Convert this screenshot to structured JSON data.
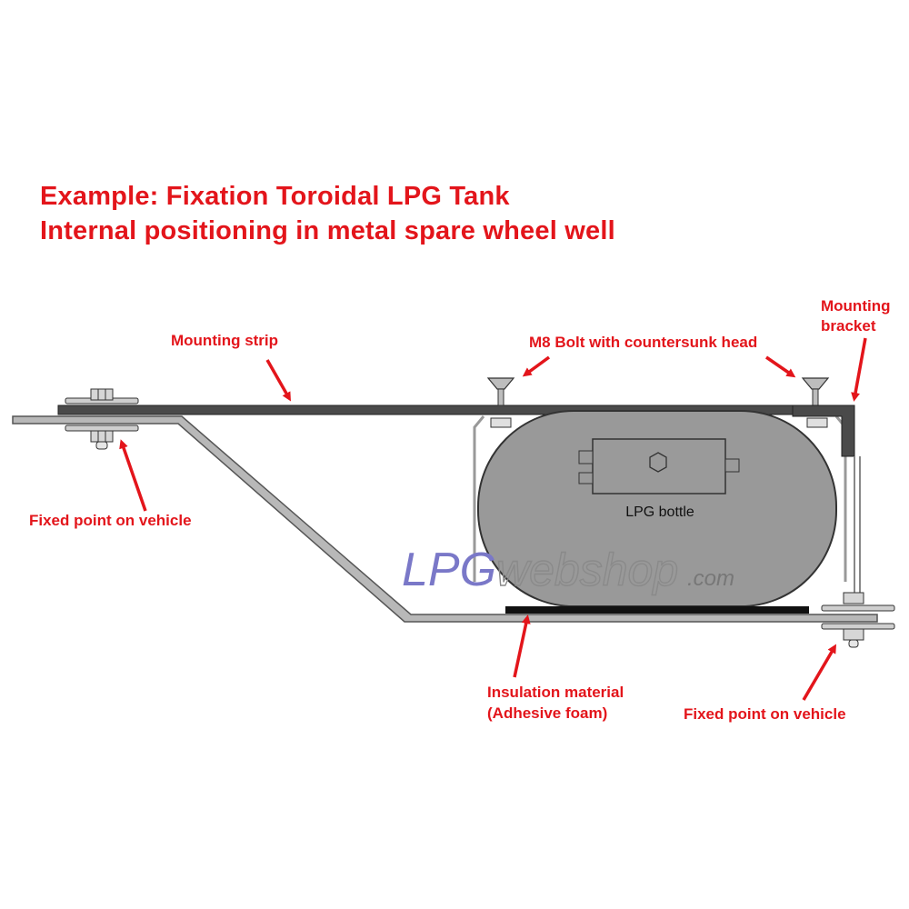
{
  "title": {
    "line1": "Example: Fixation Toroidal LPG Tank",
    "line2": "Internal positioning in metal spare wheel well"
  },
  "labels": {
    "mounting_strip": "Mounting strip",
    "m8_bolt": "M8 Bolt with countersunk head",
    "mounting_bracket_1": "Mounting",
    "mounting_bracket_2": "bracket",
    "fixed_point_left": "Fixed point on vehicle",
    "fixed_point_right": "Fixed point on vehicle",
    "insulation_1": "Insulation material",
    "insulation_2": "(Adhesive foam)",
    "lpg_bottle": "LPG bottle"
  },
  "watermark": {
    "part1": "LPG",
    "part2": "webshop",
    "part3": ".com"
  },
  "colors": {
    "label_red": "#e3151b",
    "bottle_gray": "#999999",
    "metal_gray": "#b8b8b8",
    "strip_dark": "#444444"
  }
}
